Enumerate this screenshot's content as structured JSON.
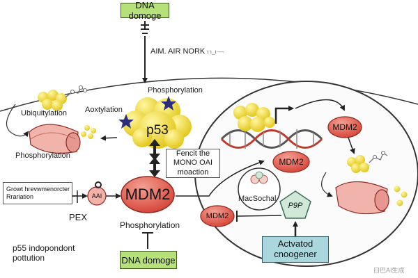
{
  "colors": {
    "p53": "#f2de3a",
    "mdm2": "#e2584b",
    "dna_box": "#b5e07a",
    "oncogene_box": "#a9d7dd",
    "star": "#2b2f7a",
    "pentagon": "#cfe8d8"
  },
  "icons": [
    "star-icon",
    "ubiquitin-chain-icon",
    "proteasome-icon",
    "dna-helix-icon",
    "promoter-arrow-icon",
    "protein-cluster-icon"
  ],
  "top": {
    "dna_damage": "DNA domoge",
    "kinase_label": "AIM. AIR NORK",
    "kinase_suffix": "ı ı_ı·—"
  },
  "p53": {
    "label": "p53",
    "phosphorylation": "Phosphorylation",
    "acetylation": "Aoxtylation"
  },
  "left": {
    "ubiquitylation": "Ubiquitylation",
    "phosphorylation": "Phosphorylation"
  },
  "mdm2_main": {
    "label": "MDM2",
    "phosphorylation": "Phosphorylation"
  },
  "inhibit_box": {
    "line1": "Fencit the",
    "line2": "MONO OAI",
    "line3": "moaction"
  },
  "growth_box": {
    "line1": "Growt hrevwmenorcter",
    "line2": "Rrariation"
  },
  "arf": {
    "label": "AAI",
    "pex": "PEX"
  },
  "bottom_left": {
    "line1": "p55 indopondont",
    "line2": "pottution"
  },
  "bottom": {
    "dna_damage": "DNA domoge"
  },
  "nucleus": {
    "mdm2_right": "MDM2",
    "mdm2_center": "MDM2",
    "mdm2_lower": "MDM2",
    "macsochal": "MacSochal",
    "pentagon": "P9P",
    "activated_line1": "Actvatod",
    "activated_line2": "cnoogener"
  },
  "watermark": "曰巴AI生成"
}
